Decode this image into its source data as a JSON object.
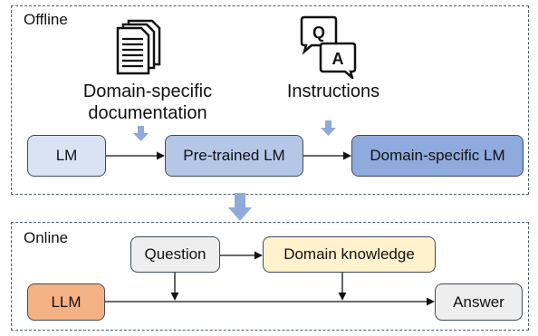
{
  "offline": {
    "label": "Offline",
    "doc_caption_line1": "Domain-specific",
    "doc_caption_line2": "documentation",
    "instr_caption": "Instructions",
    "qa_q": "Q",
    "qa_a": "A",
    "boxes": {
      "lm": "LM",
      "pretrained": "Pre-trained LM",
      "domain": "Domain-specific LM"
    }
  },
  "online": {
    "label": "Online",
    "boxes": {
      "question": "Question",
      "knowledge": "Domain knowledge",
      "llm": "LLM",
      "answer": "Answer"
    }
  },
  "colors": {
    "lm": "#dae3f3",
    "pretrained": "#b4c7e7",
    "domain": "#8faadc",
    "question": "#eeeeee",
    "knowledge": "#fff2cc",
    "llm": "#f4b183",
    "answer": "#eeeeee",
    "thick_arrow": "#8eaadb"
  },
  "icons": [
    "documents-icon",
    "qa-chat-icon"
  ]
}
